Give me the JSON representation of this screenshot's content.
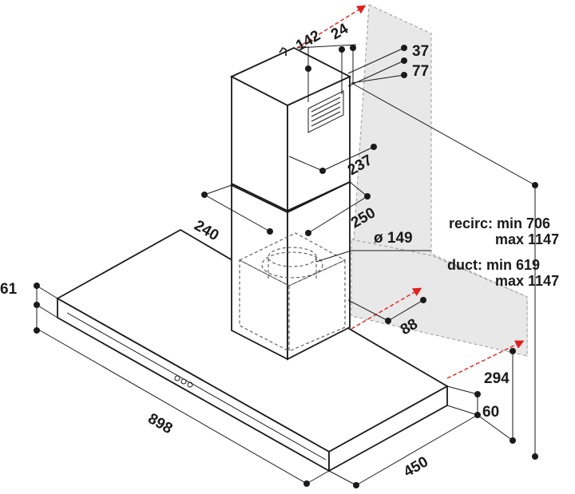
{
  "dimensions": {
    "d142": "142",
    "d24": "24",
    "d37": "37",
    "d77": "77",
    "d237": "237",
    "d240": "240",
    "d250": "250",
    "dia149": "ø 149",
    "d61": "61",
    "d88": "88",
    "d898": "898",
    "d294": "294",
    "d60": "60",
    "d450": "450"
  },
  "notes": {
    "recirc_min": "recirc: min 706",
    "recirc_max": "max 1147",
    "duct_min": "duct: min 619",
    "duct_max": "max 1147"
  },
  "colors": {
    "line": "#1a1a1a",
    "wall": "#e8e8e8",
    "arrow": "#e02020"
  }
}
